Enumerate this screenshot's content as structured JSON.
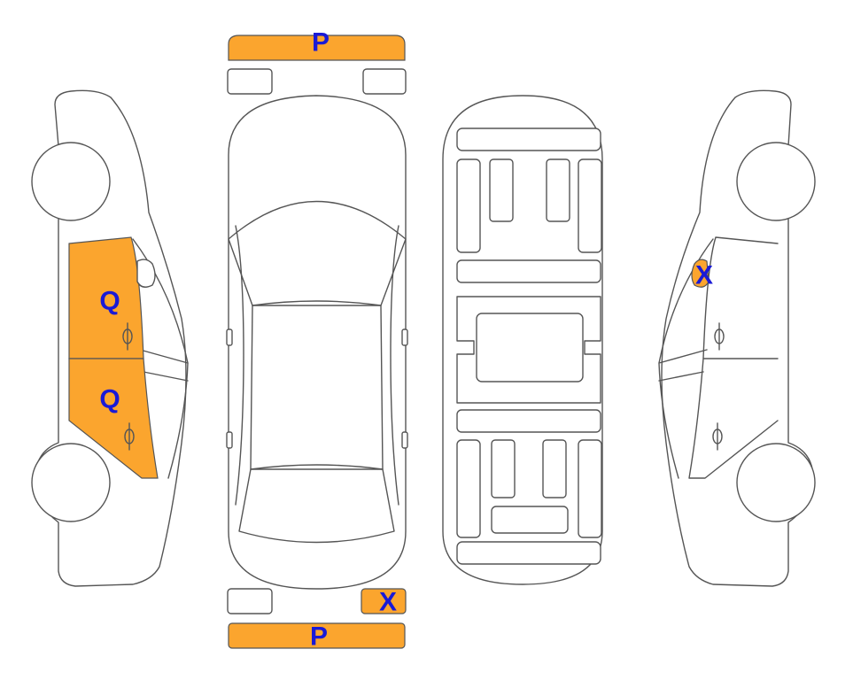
{
  "colors": {
    "damage_fill": "#fba52e",
    "marker_text": "#1a1ad6",
    "outline": "#555555",
    "background": "#ffffff"
  },
  "markers": {
    "front_bumper": "P",
    "rear_bumper": "P",
    "rear_right_lamp": "X",
    "left_front_door": "Q",
    "left_rear_door": "Q",
    "right_mirror": "X"
  }
}
